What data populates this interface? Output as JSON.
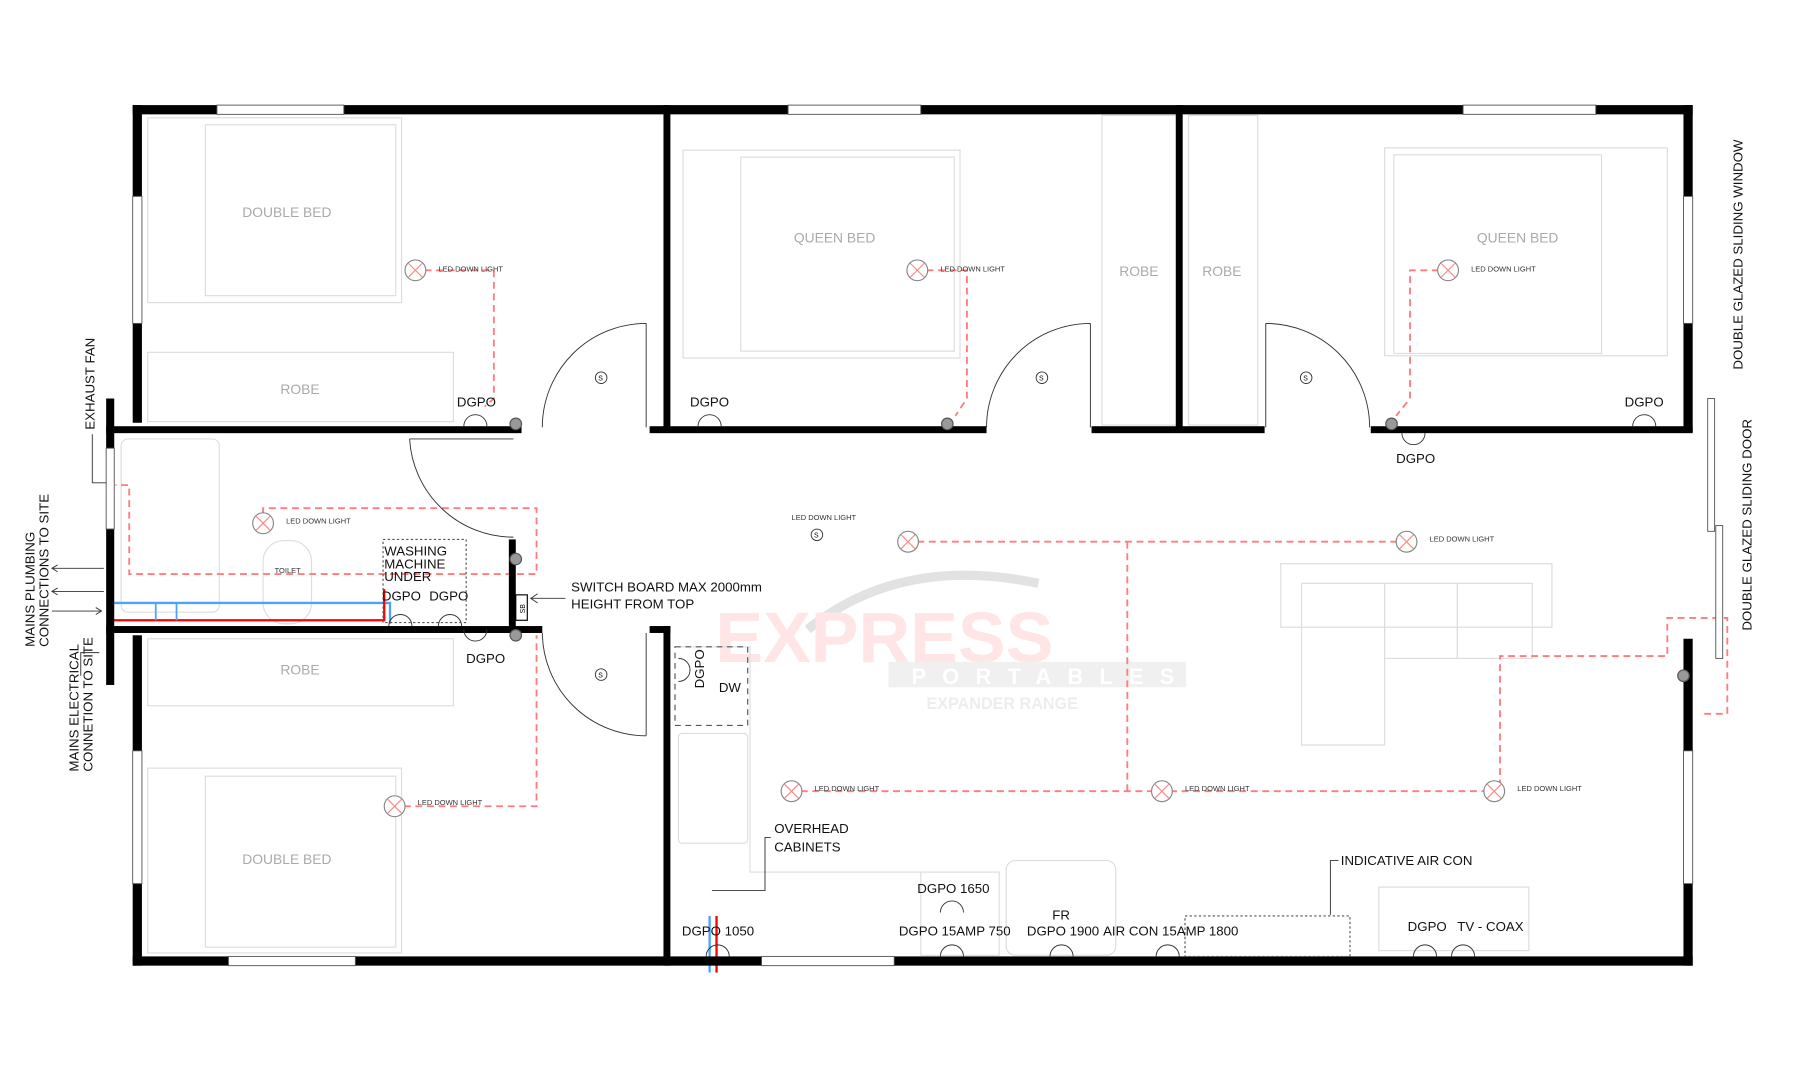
{
  "rooms": {
    "bed1": "DOUBLE BED",
    "bed2": "QUEEN BED",
    "bed3": "QUEEN BED",
    "bed4": "DOUBLE BED",
    "robe1": "ROBE",
    "robe2": "ROBE",
    "robe3": "ROBE",
    "robe4": "ROBE",
    "toilet": "TOILET"
  },
  "fixtures": {
    "led": "LED DOWN LIGHT",
    "switch": "S",
    "dgpo": "DGPO",
    "dw": "DW",
    "washing": [
      "WASHING",
      "MACHINE",
      "UNDER"
    ],
    "sb": "SB",
    "fr": "FR"
  },
  "annotations": {
    "exhaust_fan": "EXHAUST FAN",
    "mains_plumbing": [
      "MAINS PLUMBING",
      "CONNECTIONS TO SITE"
    ],
    "mains_electrical": [
      "MAINS ELECTRICAL",
      "CONNETION TO SITE"
    ],
    "switch_board": [
      "SWITCH BOARD MAX 2000mm",
      "HEIGHT FROM TOP"
    ],
    "overhead_cabinets": [
      "OVERHEAD",
      "CABINETS"
    ],
    "indicative_air_con": "INDICATIVE AIR CON",
    "sliding_window": "DOUBLE GLAZED SLIDING WINDOW",
    "sliding_door": "DOUBLE GLAZED SLIDING DOOR",
    "dgpo_1050": "DGPO 1050",
    "dgpo_1650": "DGPO 1650",
    "dgpo_15amp_750": "DGPO 15AMP 750",
    "dgpo_1900": "DGPO 1900",
    "air_con_1800": "AIR CON 15AMP 1800",
    "tv_coax": "TV - COAX"
  },
  "logo": {
    "line1": "EXPRESS",
    "line2": "PORTABLES",
    "line3": "EXPANDER RANGE"
  },
  "colors": {
    "wall": "#000000",
    "circuit": "#ff7d7d",
    "hot_water": "#ff0000",
    "cold_water": "#4aa3ff"
  }
}
